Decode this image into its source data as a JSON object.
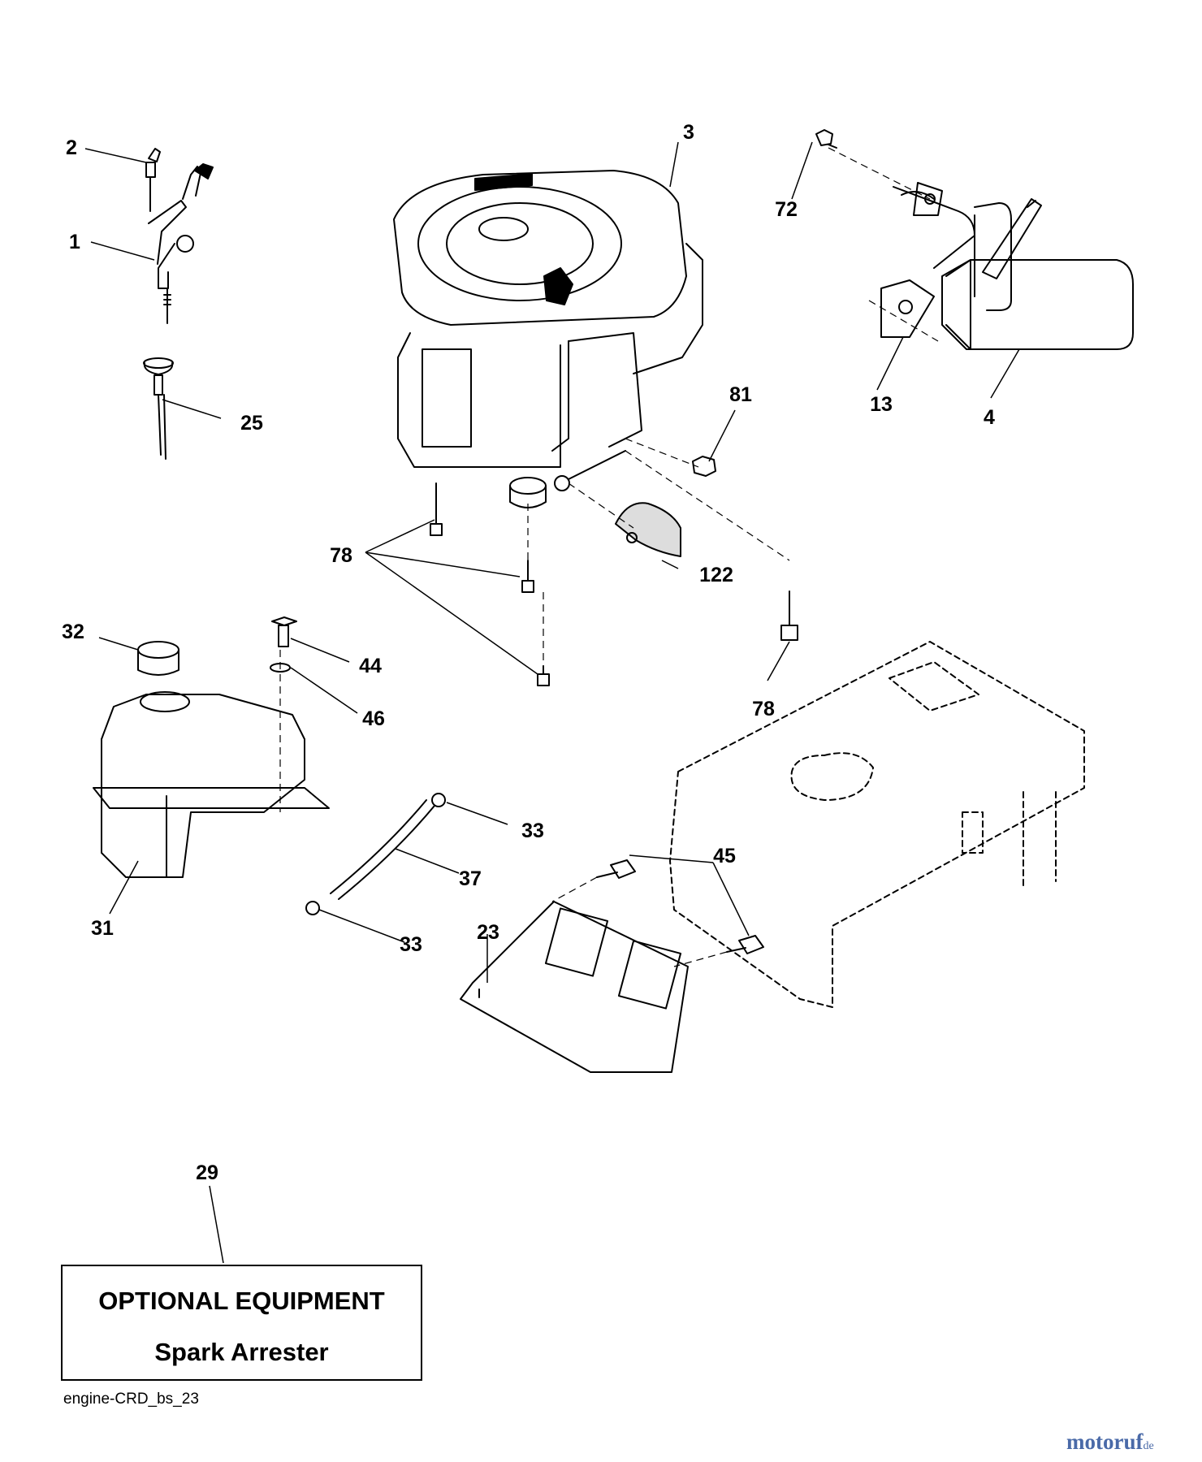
{
  "callouts": {
    "c1": "1",
    "c2": "2",
    "c3": "3",
    "c4": "4",
    "c13": "13",
    "c23": "23",
    "c25": "25",
    "c29": "29",
    "c31": "31",
    "c32": "32",
    "c33a": "33",
    "c33b": "33",
    "c37": "37",
    "c44": "44",
    "c45": "45",
    "c46": "46",
    "c72": "72",
    "c78a": "78",
    "c78b": "78",
    "c81": "81",
    "c122": "122"
  },
  "optional_box": {
    "title": "OPTIONAL EQUIPMENT",
    "subtitle": "Spark Arrester"
  },
  "diagram_code": "engine-CRD_bs_23",
  "watermark": {
    "brand": "motoruf",
    "tld": "de"
  },
  "colors": {
    "line": "#000000",
    "watermark": "#4a6aa8",
    "watermark_accent": "#e08a1e"
  }
}
